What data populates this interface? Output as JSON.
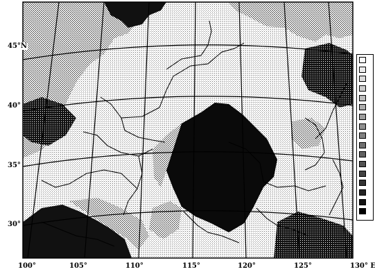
{
  "map": {
    "latitude_labels": [
      {
        "text": "45°N",
        "row": 0
      },
      {
        "text": "40°",
        "row": 1
      },
      {
        "text": "35°",
        "row": 2
      },
      {
        "text": "30°",
        "row": 3
      }
    ],
    "longitude_labels": [
      {
        "text": "100°",
        "col": 0
      },
      {
        "text": "105°",
        "col": 1
      },
      {
        "text": "110°",
        "col": 2
      },
      {
        "text": "115°",
        "col": 3
      },
      {
        "text": "120°",
        "col": 4
      },
      {
        "text": "125°",
        "col": 5
      },
      {
        "text": "130° E",
        "col": 6
      }
    ],
    "colors": {
      "ink": "#000000",
      "background": "#ffffff",
      "stipple_light": "#9a9a9a",
      "stipple_dark": "#3a3a3a"
    }
  },
  "legend": {
    "swatch_levels": [
      0.02,
      0.08,
      0.14,
      0.2,
      0.26,
      0.32,
      0.38,
      0.44,
      0.5,
      0.56,
      0.62,
      0.68,
      0.74,
      0.8,
      0.86,
      0.92,
      1.0
    ]
  }
}
